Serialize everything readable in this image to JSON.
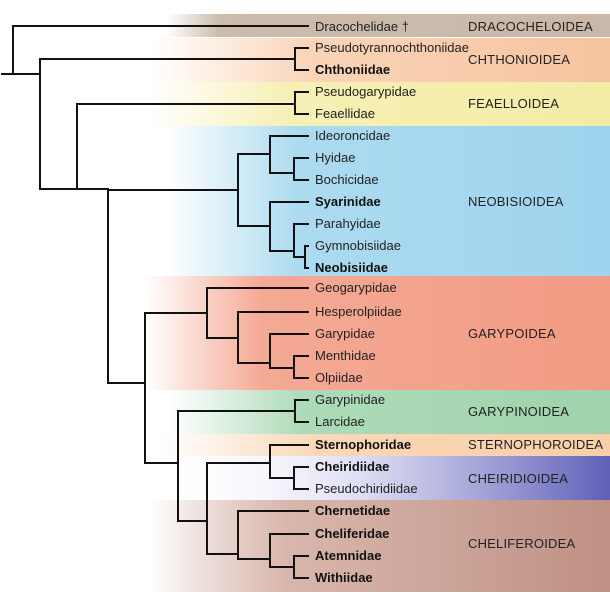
{
  "taxa": [
    {
      "label": "Dracochelidae †",
      "bold": false
    },
    {
      "label": "Pseudotyrannochthoniidae",
      "bold": false
    },
    {
      "label": "Chthoniidae",
      "bold": true
    },
    {
      "label": "Pseudogarypidae",
      "bold": false
    },
    {
      "label": "Feaellidae",
      "bold": false
    },
    {
      "label": "Ideoroncidae",
      "bold": false
    },
    {
      "label": "Hyidae",
      "bold": false
    },
    {
      "label": "Bochicidae",
      "bold": false
    },
    {
      "label": "Syarinidae",
      "bold": true
    },
    {
      "label": "Parahyidae",
      "bold": false
    },
    {
      "label": "Gymnobisiidae",
      "bold": false
    },
    {
      "label": "Neobisiidae",
      "bold": true
    },
    {
      "label": "Geogarypidae",
      "bold": false
    },
    {
      "label": "Hesperolpiidae",
      "bold": false
    },
    {
      "label": "Garypidae",
      "bold": false
    },
    {
      "label": "Menthidae",
      "bold": false
    },
    {
      "label": "Olpiidae",
      "bold": false
    },
    {
      "label": "Garypinidae",
      "bold": false
    },
    {
      "label": "Larcidae",
      "bold": false
    },
    {
      "label": "Sternophoridae",
      "bold": true
    },
    {
      "label": "Cheiridiidae",
      "bold": true
    },
    {
      "label": "Pseudochiridiidae",
      "bold": false
    },
    {
      "label": "Chernetidae",
      "bold": true
    },
    {
      "label": "Cheliferidae",
      "bold": true
    },
    {
      "label": "Atemnidae",
      "bold": true
    },
    {
      "label": "Withiidae",
      "bold": true
    }
  ],
  "superfamilies": [
    {
      "name": "DRACOCHELOIDEA",
      "color": "#c9b8a9"
    },
    {
      "name": "CHTHONIOIDEA",
      "color": "#f7c9a6"
    },
    {
      "name": "FEAELLOIDEA",
      "color": "#f6efb1"
    },
    {
      "name": "NEOBISIOIDEA",
      "color": "#a8d9ef"
    },
    {
      "name": "GARYPOIDEA",
      "color": "#f4a58f"
    },
    {
      "name": "GARYPINOIDEA",
      "color": "#a9d9b5"
    },
    {
      "name": "STERNOPHOROIDEA",
      "color": "#f9d6b3"
    },
    {
      "name": "CHEIRIDIOIDEA",
      "color": "#6e6fbe"
    },
    {
      "name": "CHELIFEROIDEA",
      "color": "#c89d91"
    }
  ]
}
